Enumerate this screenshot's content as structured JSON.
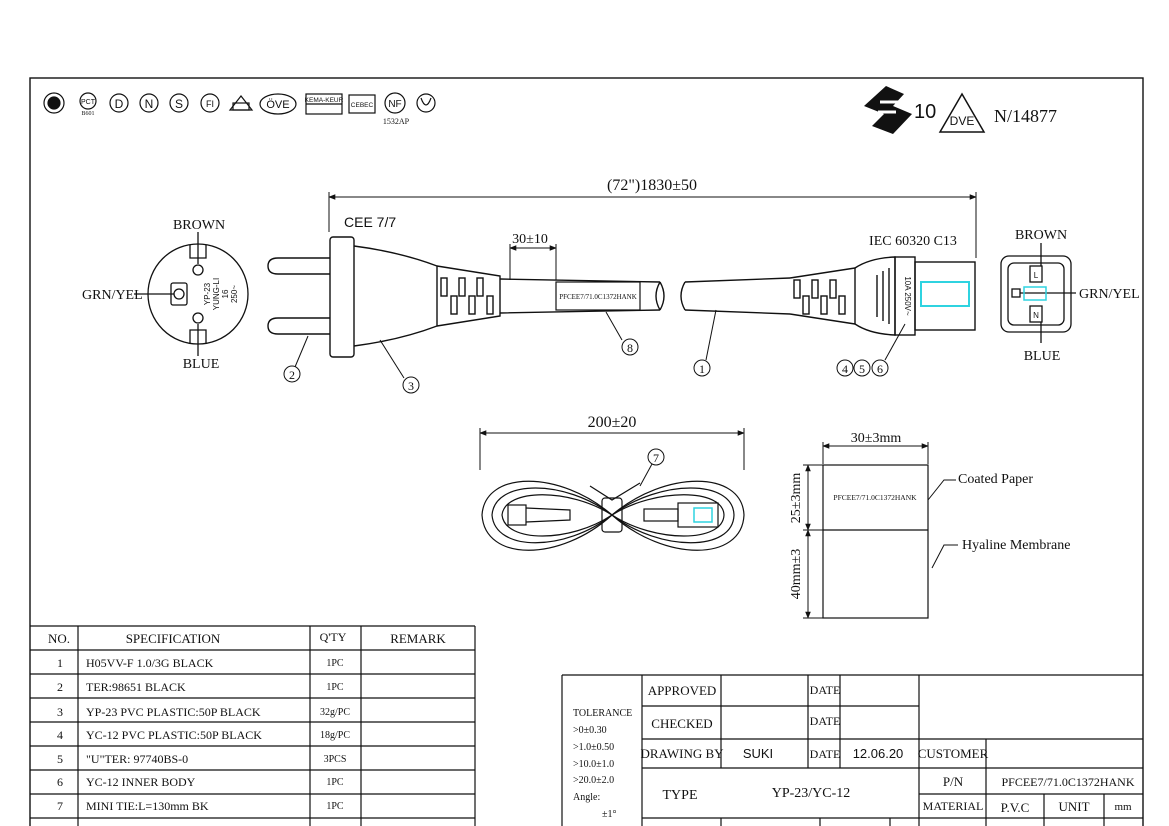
{
  "certifications": {
    "left_marks": [
      "GS",
      "PCT",
      "D",
      "N",
      "S",
      "FI",
      "DEMKO",
      "ÖVE",
      "KEMA-KEUR",
      "CEBEC",
      "NF",
      "IMQ"
    ],
    "pct_code": "B601",
    "nf_code": "1532AP",
    "enec_number": "10",
    "vde_mark": "DVE",
    "vde_number": "N/14877"
  },
  "dimensions": {
    "overall_length": "(72\")1830±50",
    "label_offset": "30±10",
    "coil_width": "200±20",
    "tag_width": "30±3mm",
    "tag_upper_height": "25±3mm",
    "tag_lower_height": "40mm±3"
  },
  "left_connector": {
    "standard": "CEE 7/7",
    "top_label": "BROWN",
    "side_label": "GRN/YEL",
    "bottom_label": "BLUE",
    "face_text": [
      "YP-23",
      "YUNG-LI",
      "16",
      "250~"
    ]
  },
  "right_connector": {
    "standard": "IEC 60320 C13",
    "top_label": "BROWN",
    "side_label": "GRN/YEL",
    "bottom_label": "BLUE",
    "body_text": "10A 250V~",
    "pin_letters": [
      "L",
      "N"
    ]
  },
  "cable_label_text": "PFCEE7/71.0C1372HANK",
  "callouts": [
    "1",
    "2",
    "3",
    "4",
    "5",
    "6",
    "7",
    "8"
  ],
  "tag": {
    "text": "PFCEE7/71.0C1372HANK",
    "coated_label": "Coated Paper",
    "membrane_label": "Hyaline Membrane"
  },
  "bom": {
    "headers": [
      "NO.",
      "SPECIFICATION",
      "Q'TY",
      "REMARK"
    ],
    "rows": [
      [
        "1",
        "H05VV-F 1.0/3G BLACK",
        "1PC",
        ""
      ],
      [
        "2",
        "TER:98651 BLACK",
        "1PC",
        ""
      ],
      [
        "3",
        "YP-23 PVC PLASTIC:50P BLACK",
        "32g/PC",
        ""
      ],
      [
        "4",
        "YC-12 PVC PLASTIC:50P BLACK",
        "18g/PC",
        ""
      ],
      [
        "5",
        "\"U\"TER: 97740BS-0",
        "3PCS",
        ""
      ],
      [
        "6",
        "YC-12 INNER BODY",
        "1PC",
        ""
      ],
      [
        "7",
        "MINI TIE:L=130mm BK",
        "1PC",
        ""
      ]
    ]
  },
  "title_block": {
    "tolerance_lines": [
      "TOLERANCE",
      ">0±0.30",
      ">1.0±0.50",
      ">10.0±1.0",
      ">20.0±2.0",
      "Angle:",
      "±1°"
    ],
    "approved_label": "APPROVED",
    "checked_label": "CHECKED",
    "drawing_by_label": "DRAWING BY",
    "drawing_by_value": "SUKI",
    "date_label": "DATE",
    "date_value": "12.06.20",
    "customer_label": "CUSTOMER",
    "type_label": "TYPE",
    "type_value": "YP-23/YC-12",
    "pn_label": "P/N",
    "pn_value": "PFCEE7/71.0C1372HANK",
    "material_label": "MATERIAL",
    "material_value": "P.V.C",
    "unit_label": "UNIT",
    "unit_value": "mm"
  }
}
